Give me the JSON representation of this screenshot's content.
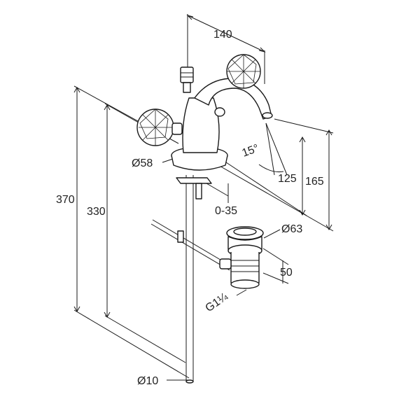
{
  "dimensions": {
    "width_top": "140",
    "height_total": "370",
    "height_mount": "330",
    "angle": "15°",
    "spout_height": "125",
    "outlet_height": "165",
    "base_diameter": "Ø58",
    "deck_range": "0-35",
    "waste_diameter": "Ø63",
    "waste_height": "50",
    "thread": "G1¼",
    "rod_diameter": "Ø10"
  },
  "colors": {
    "line": "#1a1a1a",
    "background": "#ffffff"
  }
}
